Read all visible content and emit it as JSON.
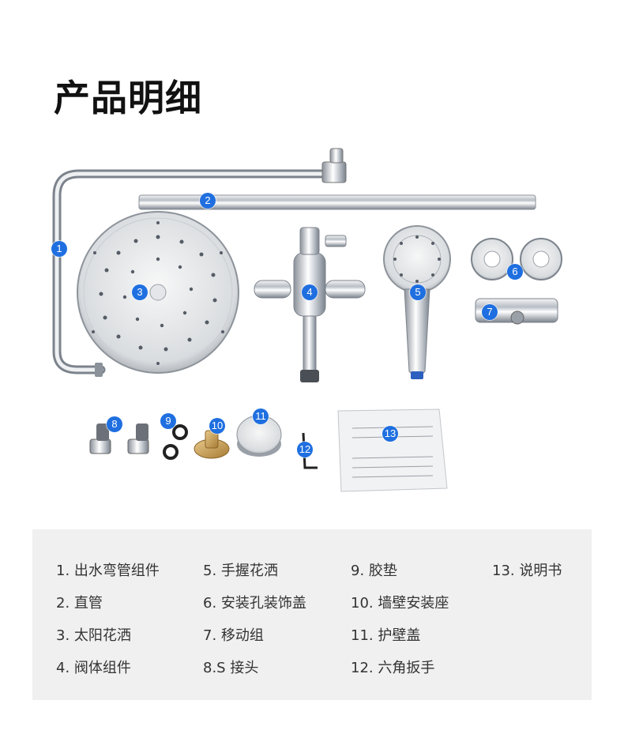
{
  "title": "产品明细",
  "badges": [
    "1",
    "2",
    "3",
    "4",
    "5",
    "6",
    "7",
    "8",
    "9",
    "10",
    "11",
    "12",
    "13"
  ],
  "parts": [
    "1. 出水弯管组件",
    "2. 直管",
    "3. 太阳花洒",
    "4. 阀体组件",
    "5. 手握花洒",
    "6. 安装孔装饰盖",
    "7. 移动组",
    "8.S 接头",
    "9. 胶垫",
    "10. 墙壁安装座",
    "11. 护壁盖",
    "12. 六角扳手",
    "13. 说明书"
  ],
  "colors": {
    "badge": "#1f6fe0",
    "panel": "#f0f0f0",
    "text": "#333333"
  },
  "icons": [
    "chrome-pipe",
    "shower-head",
    "valve",
    "hand-shower",
    "cover-cap",
    "slider",
    "s-connector",
    "rubber-washer",
    "wall-mount",
    "wall-cover",
    "hex-key",
    "manual"
  ]
}
